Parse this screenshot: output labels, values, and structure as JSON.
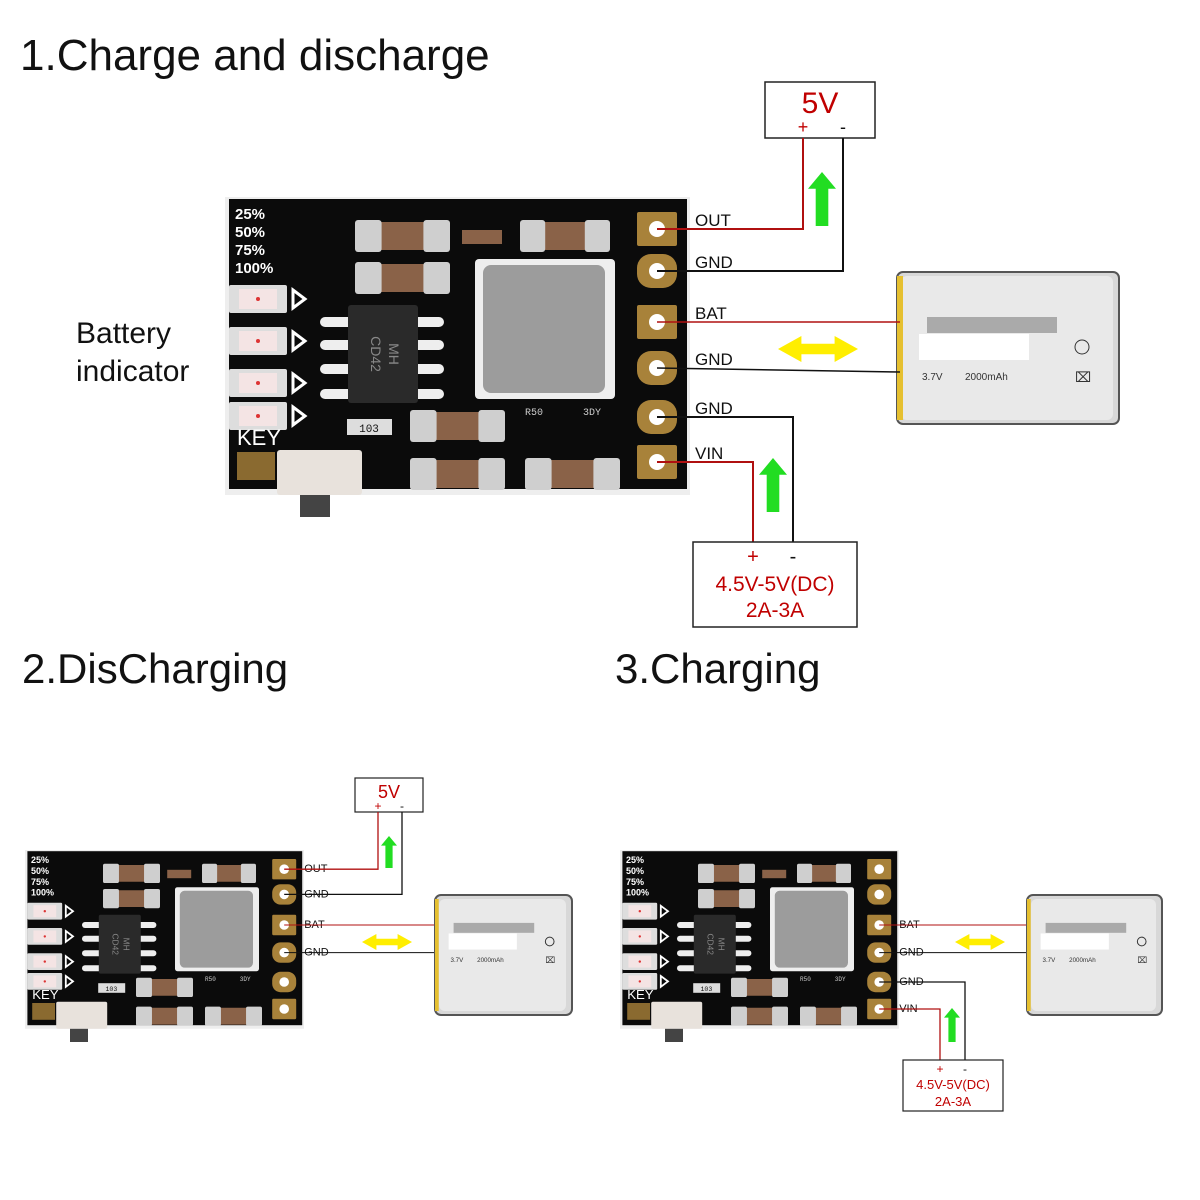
{
  "sections": {
    "main_title": "1.Charge and discharge",
    "discharging_title": "2.DisCharging",
    "charging_title": "3.Charging"
  },
  "battery_indicator": {
    "line1": "Battery",
    "line2": "indicator"
  },
  "board": {
    "percent_labels": [
      "25%",
      "50%",
      "75%",
      "100%"
    ],
    "key_label": "KEY",
    "chip_label_1": "MH",
    "chip_label_2": "CD42",
    "resistor_1": "103",
    "resistor_2": "R50",
    "resistor_3": "3DY"
  },
  "pins": [
    "OUT",
    "GND",
    "BAT",
    "GND",
    "GND",
    "VIN"
  ],
  "output_box": {
    "voltage": "5V",
    "plus": "+",
    "minus": "-"
  },
  "input_box": {
    "plus": "+",
    "minus": "-",
    "voltage": "4.5V-5V(DC)",
    "current": "2A-3A"
  },
  "battery": {
    "voltage": "3.7V",
    "capacity": "2000mAh"
  },
  "colors": {
    "wire_positive": "#b01010",
    "wire_negative": "#111111",
    "flow_arrow": "#22dd22",
    "bidirectional_arrow": "#ffee00",
    "label_red": "#c00000"
  }
}
